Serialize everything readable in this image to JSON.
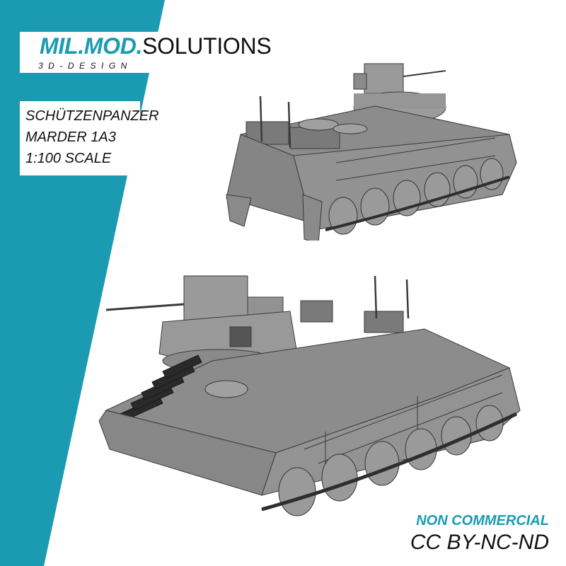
{
  "branding": {
    "brand_bold": "MIL.MOD.",
    "brand_rest": "SOLUTIONS",
    "tagline": "3D-DESIGN",
    "accent_color": "#1b9bb2"
  },
  "product": {
    "lines": [
      "SCHÜTZENPANZER",
      "MARDER 1A3",
      "1:100 SCALE"
    ]
  },
  "license": {
    "usage": "NON COMMERCIAL",
    "code": "CC BY-NC-ND"
  },
  "renders": [
    {
      "view": "rear-three-quarter",
      "subject": "Marder 1A3 model render"
    },
    {
      "view": "front-three-quarter",
      "subject": "Marder 1A3 model render"
    }
  ]
}
